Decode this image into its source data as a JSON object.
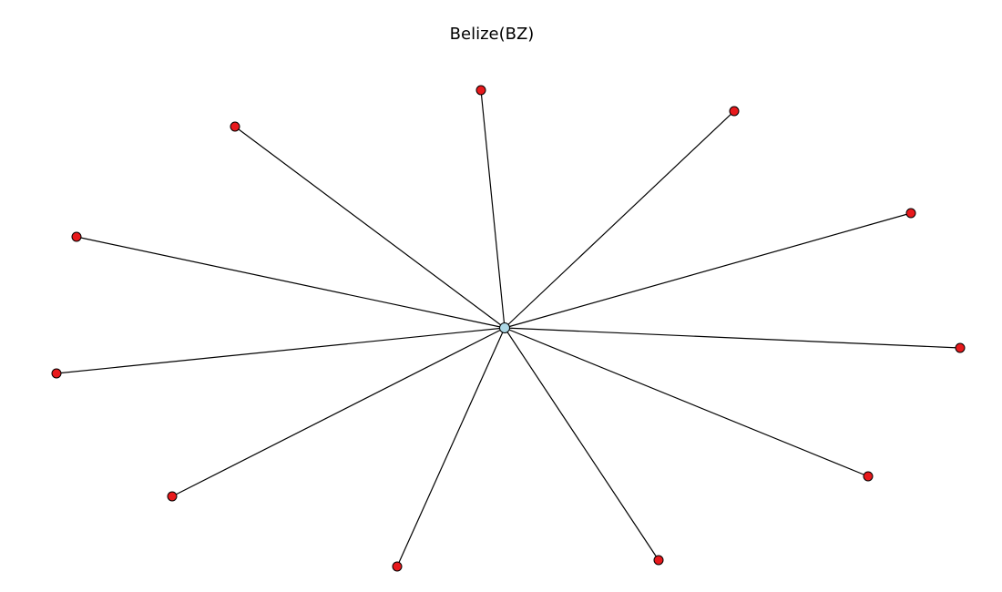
{
  "title": "Belize(BZ)",
  "graph": {
    "type": "star",
    "hub": {
      "id": "hub",
      "color": "#add8e6"
    },
    "leaves": [
      {
        "id": "leaf-1"
      },
      {
        "id": "leaf-2"
      },
      {
        "id": "leaf-3"
      },
      {
        "id": "leaf-4"
      },
      {
        "id": "leaf-5"
      },
      {
        "id": "leaf-6"
      },
      {
        "id": "leaf-7"
      },
      {
        "id": "leaf-8"
      },
      {
        "id": "leaf-9"
      },
      {
        "id": "leaf-10"
      },
      {
        "id": "leaf-11"
      }
    ],
    "leaf_color": "#e8191c",
    "edge_color": "#000000"
  }
}
